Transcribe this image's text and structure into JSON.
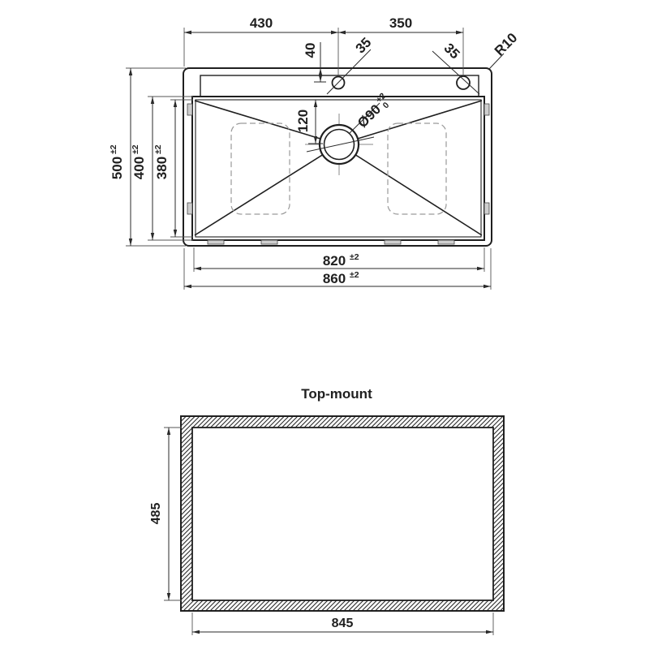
{
  "drawing": {
    "background": "#ffffff",
    "line_color": "#1f1f1f",
    "top_view": {
      "dim_width_left": "430",
      "dim_width_right": "350",
      "dim_hole_offset": "40",
      "dim_hole_left_dia": "35",
      "dim_hole_right_dia": "35",
      "dim_corner_radius": "R10",
      "dim_drain_offset": "120",
      "drain": {
        "label": "Ø90",
        "tol_plus": "+2",
        "tol_minus": "0"
      },
      "dim_depth_overall": {
        "value": "500",
        "tol": "±2"
      },
      "dim_bowl_outer_depth": {
        "value": "400",
        "tol": "±2"
      },
      "dim_bowl_inner_depth": {
        "value": "380",
        "tol": "±2"
      },
      "dim_bowl_width": {
        "value": "820",
        "tol": "±2"
      },
      "dim_width_overall": {
        "value": "860",
        "tol": "±2"
      }
    },
    "cutout_view": {
      "title": "Top-mount",
      "dim_height": "485",
      "dim_width": "845"
    }
  }
}
